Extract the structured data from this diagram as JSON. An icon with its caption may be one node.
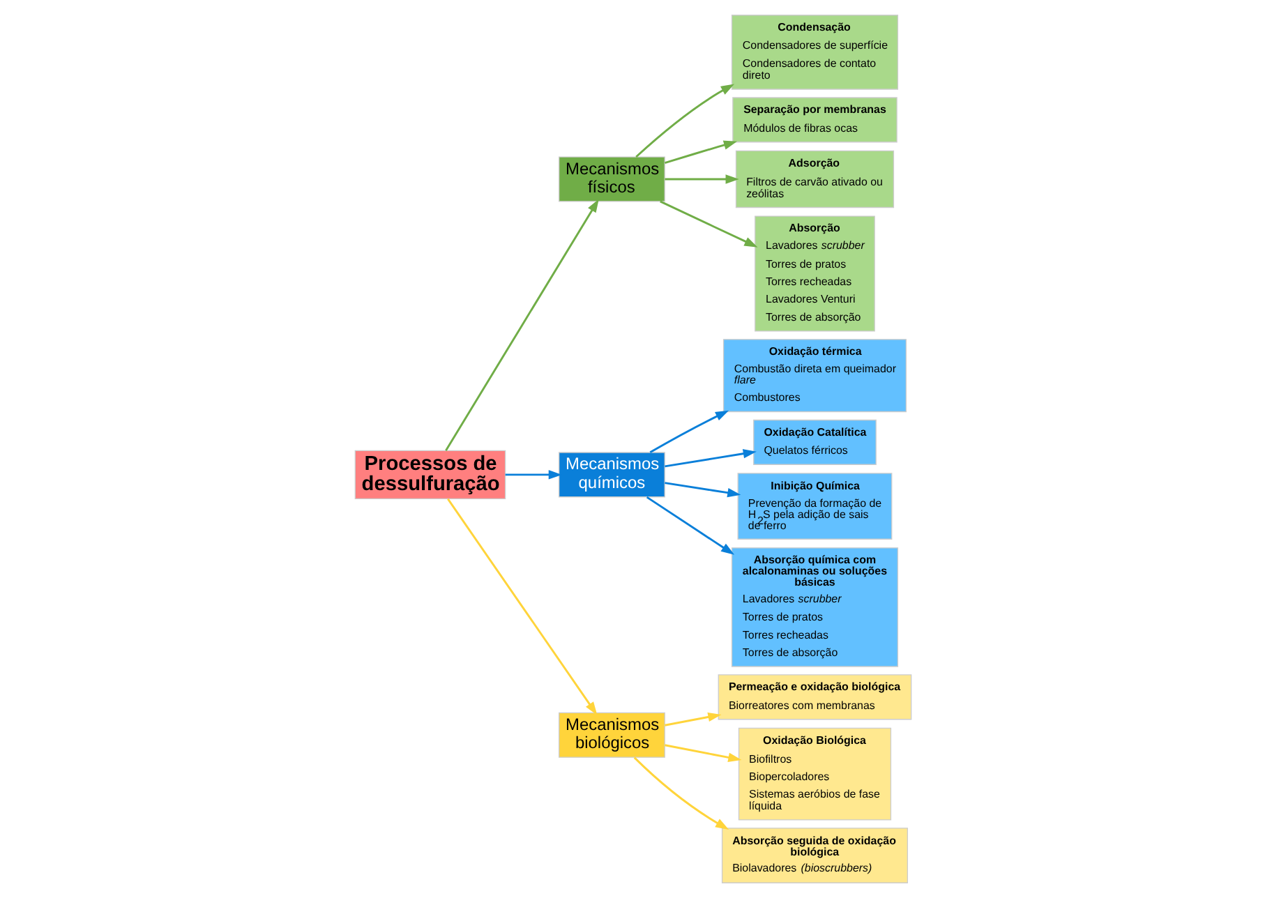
{
  "diagram": {
    "nodes": [
      {
        "text": [
          "Processos de dessulfuração"
        ]
      },
      {
        "text": [
          "Mecanismos físicos"
        ]
      },
      {
        "text": [
          "Mecanismos químicos"
        ]
      },
      {
        "text": [
          "Mecanismos biológicos"
        ]
      },
      {
        "text": [
          "Condensação",
          "Condensadores de superfície",
          "Condensadores de contato direto"
        ]
      },
      {
        "text": [
          "Separação por membranas",
          "Módulos de fibras ocas"
        ]
      },
      {
        "text": [
          "Adsorção",
          "Filtros de carvão ativado ou zeólitas"
        ]
      },
      {
        "text": [
          "Absorção",
          "Lavadores *scrubber*",
          "Torres de pratos",
          "Torres recheadas",
          "Lavadores Venturi",
          "Torres de absorção"
        ]
      },
      {
        "text": [
          "Oxidação térmica",
          "Combustão direta em queimador *flare*",
          "Combustores"
        ]
      },
      {
        "text": [
          "Oxidação Catalítica",
          "Quelatos férricos"
        ]
      },
      {
        "text": [
          "Inibição Química",
          "Prevenção da formação de H$_{2}$S pela adição de sais de ferro"
        ]
      },
      {
        "text": [
          "Absorção química com alcalonaminas ou soluções básicas",
          "Lavadores *scrubber*",
          "Torres de pratos",
          "Torres recheadas",
          "Torres de absorção"
        ]
      },
      {
        "text": [
          "Permeação e oxidação biológica",
          "Biorreatores com membranas"
        ]
      },
      {
        "text": [
          "Oxidação Biológica",
          "Biofiltros",
          "Biopercoladores",
          "Sistemas aeróbios de fase líquida"
        ]
      },
      {
        "text": [
          "Absorção seguida de oxidação biológica",
          "Biolavadores *(bioscrubbers)*"
        ]
      }
    ],
    "edges": [
      {
        "from": 0,
        "to": 1,
        "arrow": "to",
        "color": "#70ad47"
      },
      {
        "from": 0,
        "to": 2,
        "arrow": "to",
        "color": "#0a7fd9"
      },
      {
        "from": 0,
        "to": 3,
        "arrow": "to",
        "color": "#ffd43b"
      },
      {
        "from": 1,
        "to": 4,
        "arrow": "to",
        "color": "#70ad47"
      },
      {
        "from": 1,
        "to": 5,
        "arrow": "to",
        "color": "#70ad47"
      },
      {
        "from": 1,
        "to": 6,
        "arrow": "to",
        "color": "#70ad47"
      },
      {
        "from": 1,
        "to": 7,
        "arrow": "to",
        "color": "#70ad47"
      },
      {
        "from": 2,
        "to": 8,
        "arrow": "to",
        "color": "#0a7fd9"
      },
      {
        "from": 2,
        "to": 9,
        "arrow": "to",
        "color": "#0a7fd9"
      },
      {
        "from": 2,
        "to": 10,
        "arrow": "to",
        "color": "#0a7fd9"
      },
      {
        "from": 2,
        "to": 11,
        "arrow": "to",
        "color": "#0a7fd9"
      },
      {
        "from": 3,
        "to": 12,
        "arrow": "to",
        "color": "#ffd43b"
      },
      {
        "from": 3,
        "to": 13,
        "arrow": "to",
        "color": "#ffd43b"
      },
      {
        "from": 3,
        "to": 14,
        "arrow": "to",
        "color": "#ffd43b"
      }
    ]
  }
}
